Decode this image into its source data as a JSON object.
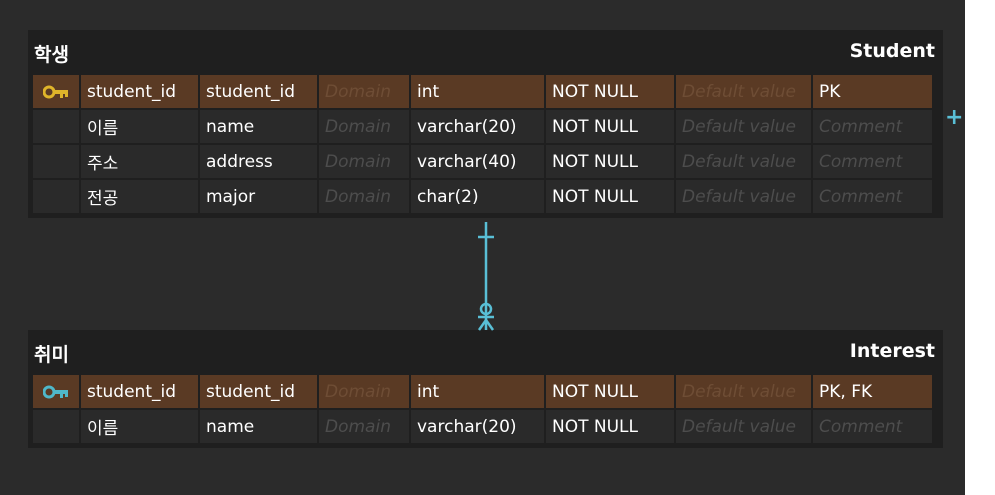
{
  "colors": {
    "background": "#2b2b2b",
    "table": "#1f1f1f",
    "row": "#2a2a2a",
    "pk_row": "#5a3a24",
    "connector": "#59bfd6",
    "pk_key": "#e0b52a",
    "fk_key": "#4fb8c9"
  },
  "entities": [
    {
      "logical": "학생",
      "physical": "Student",
      "rows": [
        {
          "key": "pk-key-icon",
          "logical": "student_id",
          "physical": "student_id",
          "domain": "Domain",
          "type": "int",
          "null": "NOT NULL",
          "default": "Default value",
          "comment": "PK"
        },
        {
          "key": "",
          "logical": "이름",
          "physical": "name",
          "domain": "Domain",
          "type": "varchar(20)",
          "null": "NOT NULL",
          "default": "Default value",
          "comment": "Comment"
        },
        {
          "key": "",
          "logical": "주소",
          "physical": "address",
          "domain": "Domain",
          "type": "varchar(40)",
          "null": "NOT NULL",
          "default": "Default value",
          "comment": "Comment"
        },
        {
          "key": "",
          "logical": "전공",
          "physical": "major",
          "domain": "Domain",
          "type": "char(2)",
          "null": "NOT NULL",
          "default": "Default value",
          "comment": "Comment"
        }
      ]
    },
    {
      "logical": "취미",
      "physical": "Interest",
      "rows": [
        {
          "key": "pk-fk-key-icon",
          "logical": "student_id",
          "physical": "student_id",
          "domain": "Domain",
          "type": "int",
          "null": "NOT NULL",
          "default": "Default value",
          "comment": "PK, FK"
        },
        {
          "key": "",
          "logical": "이름",
          "physical": "name",
          "domain": "Domain",
          "type": "varchar(20)",
          "null": "NOT NULL",
          "default": "Default value",
          "comment": "Comment"
        }
      ]
    }
  ],
  "relationship": {
    "from": "Student",
    "to": "Interest",
    "from_end": "one",
    "to_end": "zero-or-many"
  }
}
